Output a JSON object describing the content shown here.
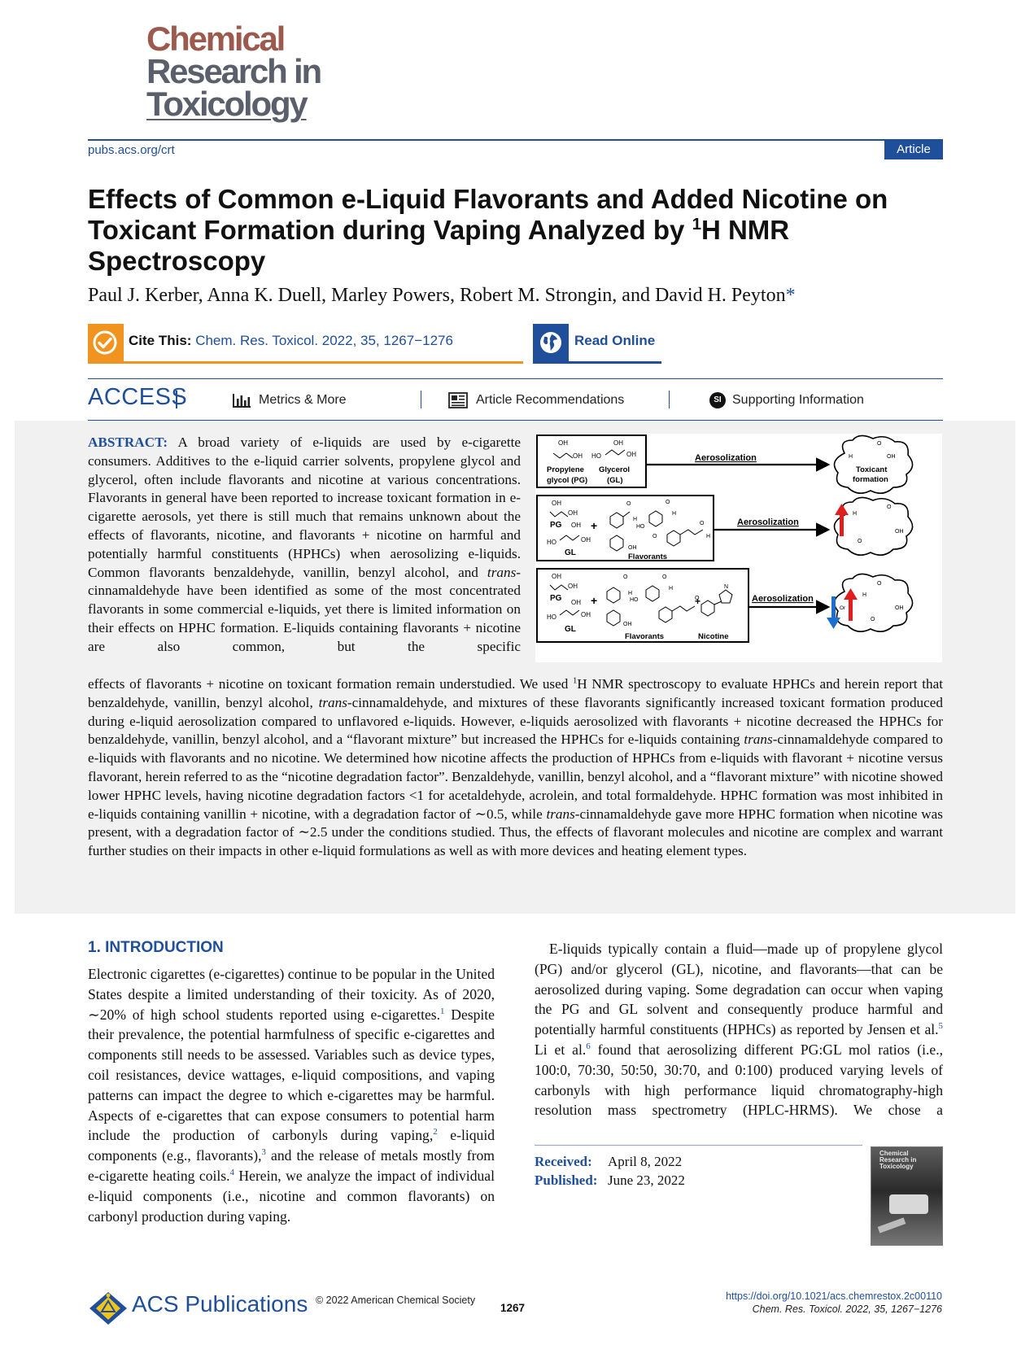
{
  "journal": {
    "logo_line1": "Chemical",
    "logo_line2": "Research in",
    "logo_line3": "Toxicology",
    "url": "pubs.acs.org/crt",
    "badge": "Article"
  },
  "title": {
    "line1": "Effects of Common e-Liquid Flavorants and Added Nicotine on",
    "line2_pre": "Toxicant Formation during Vaping Analyzed by ",
    "line2_sup": "1",
    "line2_post": "H NMR",
    "line3": "Spectroscopy"
  },
  "authors": {
    "text": "Paul J. Kerber, Anna K. Duell, Marley Powers, Robert M. Strongin, and David H. Peyton",
    "corresponding_mark": "*"
  },
  "cite": {
    "label": "Cite This:",
    "reference": "Chem. Res. Toxicol. 2022, 35, 1267−1276",
    "read_online": "Read Online"
  },
  "access_bar": {
    "label": "ACCESS",
    "metrics": "Metrics & More",
    "recommendations": "Article Recommendations",
    "si_badge": "SI",
    "supporting": "Supporting Information"
  },
  "abstract": {
    "label": "ABSTRACT:",
    "part1_a": "A broad variety of e-liquids are used by e-cigarette consumers. Additives to the e-liquid carrier solvents, propylene glycol and glycerol, often include flavorants and nicotine at various concentrations. Flavorants in general have been reported to increase toxicant formation in e-cigarette aerosols, yet there is still much that remains unknown about the effects of flavorants, nicotine, and flavorants + nicotine on harmful and potentially harmful constituents (HPHCs) when aerosolizing e-liquids. Common flavorants benzaldehyde, vanillin, benzyl alcohol, and ",
    "part1_italic": "trans",
    "part1_b": "-cinnamaldehyde have been identified as some of the most concentrated flavorants in some commercial e-liquids, yet there is limited information on their effects on HPHC formation. E-liquids containing flavorants + nicotine are also common, but the specific",
    "part2_a": "effects of flavorants + nicotine on toxicant formation remain understudied. We used ",
    "part2_sup": "1",
    "part2_b": "H NMR spectroscopy to evaluate HPHCs and herein report that benzaldehyde, vanillin, benzyl alcohol, ",
    "part2_italic1": "trans",
    "part2_c": "-cinnamaldehyde, and mixtures of these flavorants significantly increased toxicant formation produced during e-liquid aerosolization compared to unflavored e-liquids. However, e-liquids aerosolized with flavorants + nicotine decreased the HPHCs for benzaldehyde, vanillin, benzyl alcohol, and a “flavorant mixture” but increased the HPHCs for e-liquids containing ",
    "part2_italic2": "trans",
    "part2_d": "-cinnamaldehyde compared to e-liquids with flavorants and no nicotine. We determined how nicotine affects the production of HPHCs from e-liquids with flavorant + nicotine versus flavorant, herein referred to as the “nicotine degradation factor”. Benzaldehyde, vanillin, benzyl alcohol, and a “flavorant mixture” with nicotine showed lower HPHC levels, having nicotine degradation factors <1 for acetaldehyde, acrolein, and total formaldehyde. HPHC formation was most inhibited in e-liquids containing vanillin + nicotine, with a degradation factor of ∼0.5, while ",
    "part2_italic3": "trans",
    "part2_e": "-cinnamaldehyde gave more HPHC formation when nicotine was present, with a degradation factor of ∼2.5 under the conditions studied. Thus, the effects of flavorant molecules and nicotine are complex and warrant further studies on their impacts in other e-liquid formulations as well as with more devices and heating element types."
  },
  "toc_graphic": {
    "pg_label": "Propylene glycol (PG)",
    "gl_label": "Glycerol (GL)",
    "pg_short": "PG",
    "gl_short": "GL",
    "oh": "OH",
    "ho": "HO",
    "h": "H",
    "o": "O",
    "plus": "+",
    "flavorants": "Flavorants",
    "nicotine": "Nicotine",
    "aerosolization": "Aerosolization",
    "toxicant_formation": "Toxicant formation",
    "or": "Or"
  },
  "intro": {
    "heading": "1. INTRODUCTION",
    "p1_a": "Electronic cigarettes (e-cigarettes) continue to be popular in the United States despite a limited understanding of their toxicity. As of 2020, ∼20% of high school students reported using e-cigarettes.",
    "ref1": "1",
    "p1_b": " Despite their prevalence, the potential harmfulness of specific e-cigarettes and components still needs to be assessed. Variables such as device types, coil resistances, device wattages, e-liquid compositions, and vaping patterns can impact the degree to which e-cigarettes may be harmful. Aspects of e-cigarettes that can expose consumers to potential harm include the production of carbonyls during vaping,",
    "ref2": "2",
    "p1_c": " e-liquid components (e.g., flavorants),",
    "ref3": "3",
    "p1_d": " and the release of metals mostly from e-cigarette heating coils.",
    "ref4": "4",
    "p1_e": " Herein, we analyze the impact of individual e-liquid components (i.e., nicotine and common flavorants) on carbonyl production during vaping.",
    "col2_a": "E-liquids typically contain a fluid—made up of propylene glycol (PG) and/or glycerol (GL), nicotine, and flavorants—that can be aerosolized during vaping. Some degradation can occur when vaping the PG and GL solvent and consequently produce harmful and potentially harmful constituents (HPHCs) as reported by Jensen et al.",
    "ref5": "5",
    "col2_b": " Li et al.",
    "ref6": "6",
    "col2_c": " found that aerosolizing different PG:GL mol ratios (i.e., 100:0, 70:30, 50:50, 30:70, and 0:100) produced varying levels of carbonyls with high performance liquid chromatography-high resolution mass spectrometry (HPLC-HRMS). We chose a"
  },
  "dates": {
    "received_label": "Received:",
    "received": "April 8, 2022",
    "published_label": "Published:",
    "published": "June 23, 2022"
  },
  "cover": {
    "line1": "Chemical",
    "line2": "Research in",
    "line3": "Toxicology"
  },
  "footer": {
    "publisher": "ACS Publications",
    "copyright": "© 2022 American Chemical Society",
    "page": "1267",
    "doi": "https://doi.org/10.1021/acs.chemrestox.2c00110",
    "citation": "Chem. Res. Toxicol. 2022, 35, 1267−1276"
  },
  "colors": {
    "acs_blue": "#1f4e9b",
    "cite_orange": "#f0941f",
    "abstract_bg": "#f1f1f1",
    "logo_brown": "#9c5a4e",
    "logo_gray": "#5b5f6b",
    "arrow_red": "#e11d1d",
    "arrow_blue": "#1c6fd1"
  },
  "icons": {
    "cite": "check-circle-icon",
    "read": "globe-icon",
    "metrics": "bar-chart-icon",
    "recommendations": "newspaper-icon",
    "supporting": "si-badge-icon",
    "publisher": "acs-logo-icon"
  }
}
